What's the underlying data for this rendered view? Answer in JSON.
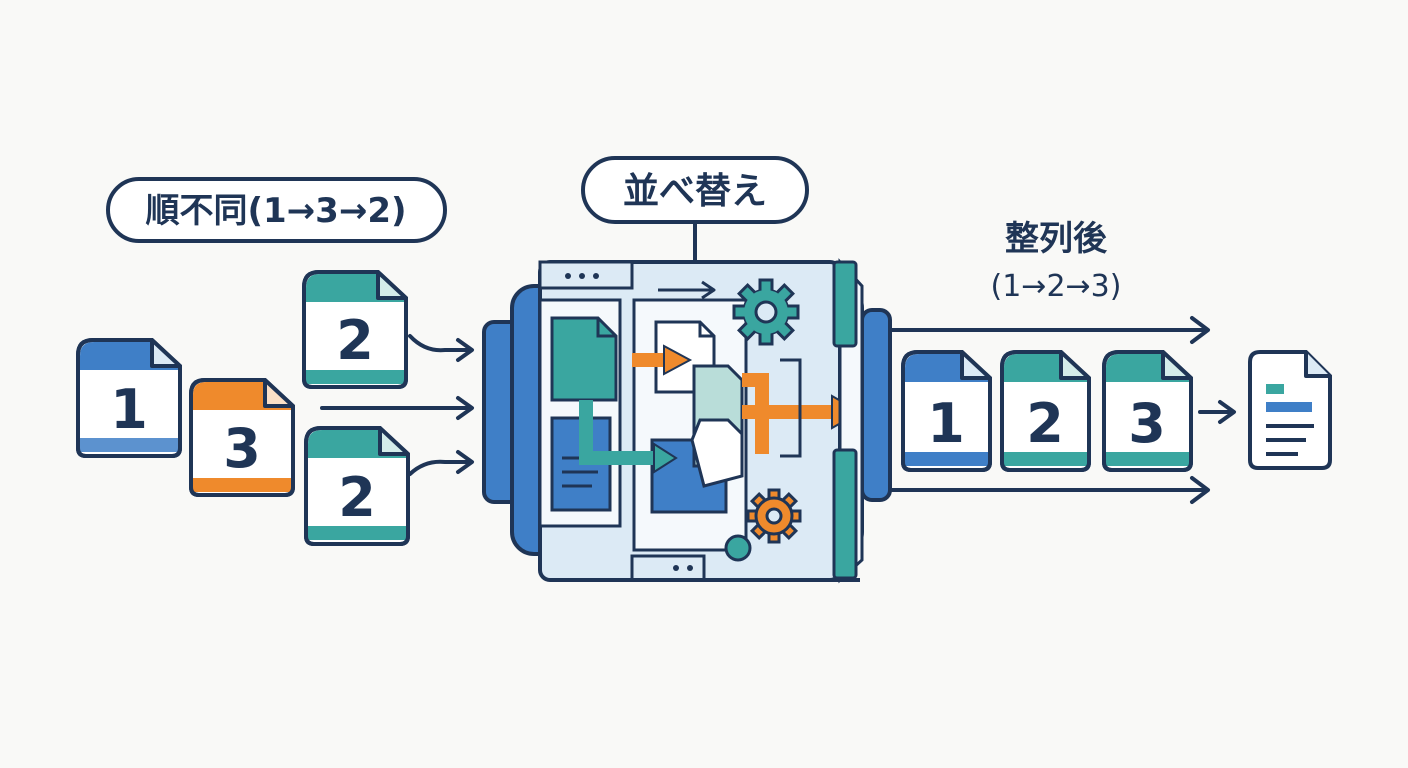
{
  "labels": {
    "unordered": "順不同(1→3→2)",
    "sort": "並べ替え",
    "sorted_title": "整列後",
    "sorted_sequence": "(1→2→3)"
  },
  "input_docs": [
    {
      "number": "1",
      "color": "#3f7fc7"
    },
    {
      "number": "3",
      "color": "#ef8a2c"
    },
    {
      "number": "2",
      "color": "#3aa6a0"
    },
    {
      "number": "2",
      "color": "#3aa6a0"
    }
  ],
  "output_docs": [
    {
      "number": "1",
      "color": "#3f7fc7"
    },
    {
      "number": "2",
      "color": "#3aa6a0"
    },
    {
      "number": "3",
      "color": "#3aa6a0"
    }
  ],
  "colors": {
    "outline": "#1f3556",
    "blue": "#3f7fc7",
    "light_blue": "#dceaf5",
    "teal": "#3aa6a0",
    "orange": "#ef8a2c",
    "background": "#f9f9f7"
  },
  "icons": [
    "gear-icon",
    "document-icon",
    "arrow-icon",
    "result-document-icon"
  ]
}
